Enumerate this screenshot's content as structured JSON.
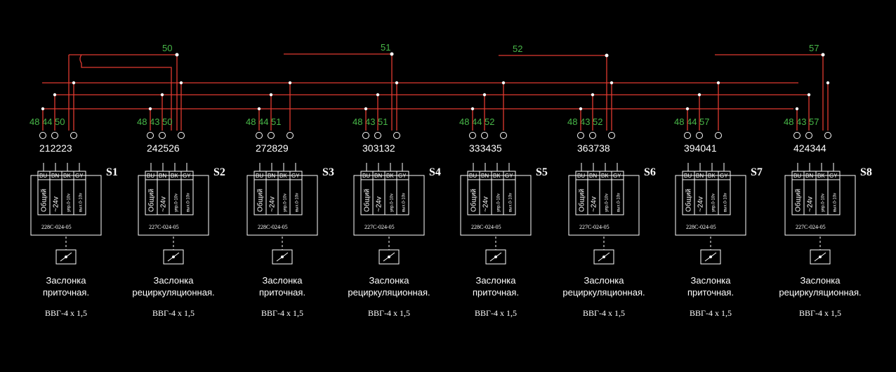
{
  "colors": {
    "background": "#000000",
    "bus_wire": "#e03a30",
    "label_green": "#48b848",
    "lines": "#ffffff"
  },
  "buses": [
    {
      "label": "50"
    },
    {
      "label": "51"
    },
    {
      "label": "52"
    },
    {
      "label": "57"
    }
  ],
  "cell_labels": [
    "BU",
    "BN",
    "BK",
    "GY"
  ],
  "vertical_labels": [
    "Общий",
    "~24v",
    "упр.0-10v",
    "вых.0-10v"
  ],
  "units": [
    {
      "id": "S1",
      "wires": [
        "48",
        "44",
        "50"
      ],
      "terminals": [
        "21",
        "22",
        "23"
      ],
      "model": "228C-024-05",
      "caption1": "Заслонка",
      "caption2": "приточная.",
      "cable": "ВВГ-4 х 1,5"
    },
    {
      "id": "S2",
      "wires": [
        "48",
        "43",
        "50"
      ],
      "terminals": [
        "24",
        "25",
        "26"
      ],
      "model": "227C-024-05",
      "caption1": "Заслонка",
      "caption2": "рециркуляционная.",
      "cable": "ВВГ-4 х 1,5"
    },
    {
      "id": "S3",
      "wires": [
        "48",
        "44",
        "51"
      ],
      "terminals": [
        "27",
        "28",
        "29"
      ],
      "model": "228C-024-05",
      "caption1": "Заслонка",
      "caption2": "приточная.",
      "cable": "ВВГ-4 х 1,5"
    },
    {
      "id": "S4",
      "wires": [
        "48",
        "43",
        "51"
      ],
      "terminals": [
        "30",
        "31",
        "32"
      ],
      "model": "227C-024-05",
      "caption1": "Заслонка",
      "caption2": "рециркуляционная.",
      "cable": "ВВГ-4 х 1,5"
    },
    {
      "id": "S5",
      "wires": [
        "48",
        "44",
        "52"
      ],
      "terminals": [
        "33",
        "34",
        "35"
      ],
      "model": "228C-024-05",
      "caption1": "Заслонка",
      "caption2": "приточная.",
      "cable": "ВВГ-4 х 1,5"
    },
    {
      "id": "S6",
      "wires": [
        "48",
        "43",
        "52"
      ],
      "terminals": [
        "36",
        "37",
        "38"
      ],
      "model": "227C-024-05",
      "caption1": "Заслонка",
      "caption2": "рециркуляционная.",
      "cable": "ВВГ-4 х 1,5"
    },
    {
      "id": "S7",
      "wires": [
        "48",
        "44",
        "57"
      ],
      "terminals": [
        "39",
        "40",
        "41"
      ],
      "model": "228C-024-05",
      "caption1": "Заслонка",
      "caption2": "приточная.",
      "cable": "ВВГ-4 х 1,5"
    },
    {
      "id": "S8",
      "wires": [
        "48",
        "43",
        "57"
      ],
      "terminals": [
        "42",
        "43",
        "44"
      ],
      "model": "227C-024-05",
      "caption1": "Заслонка",
      "caption2": "рециркуляционная.",
      "cable": "ВВГ-4 х 1,5"
    }
  ]
}
